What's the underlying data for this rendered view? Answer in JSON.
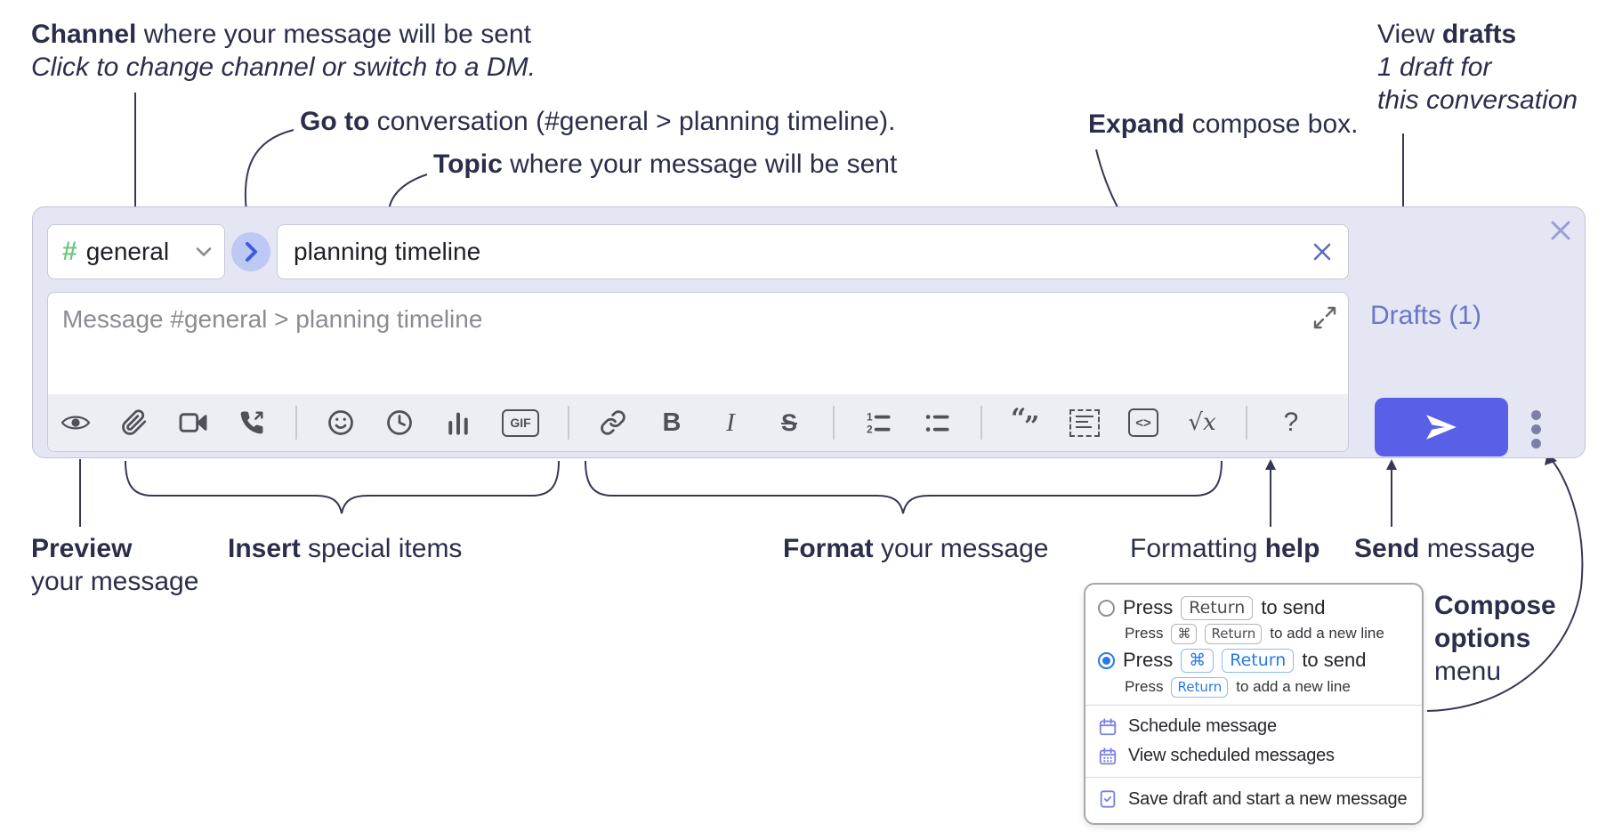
{
  "annotations": {
    "channel_line1_bold": "Channel",
    "channel_line1_rest": " where your message will be sent",
    "channel_line2": "Click to change channel or switch to a DM.",
    "goto_bold": "Go to",
    "goto_rest": " conversation (#general > planning timeline).",
    "topic_bold": "Topic",
    "topic_rest": " where your message will be sent",
    "expand_bold": "Expand",
    "expand_rest": " compose box.",
    "drafts_line1_regular": "View ",
    "drafts_line1_bold": "drafts",
    "drafts_line2": "1 draft for",
    "drafts_line3": "this conversation",
    "preview_bold": "Preview",
    "preview_line2": "your message",
    "insert_bold": "Insert",
    "insert_rest": " special items",
    "format_bold": "Format",
    "format_rest": " your message",
    "help_regular": "Formatting ",
    "help_bold": "help",
    "send_bold": "Send",
    "send_rest": " message",
    "compose_options_line1": "Compose",
    "compose_options_line2": "options",
    "compose_options_line3": "menu"
  },
  "compose": {
    "channel_hash": "#",
    "channel_name": "general",
    "topic_value": "planning timeline",
    "message_placeholder": "Message #general > planning timeline",
    "drafts_link": "Drafts (1)",
    "toolbar": {
      "gif_label": "GIF",
      "bold_glyph": "B",
      "italic_glyph": "I",
      "strike_glyph": "S",
      "ol_num1": "1",
      "ol_num2": "2",
      "quote_open": "“",
      "quote_close": "”",
      "code_glyph": "<>",
      "sqrt_glyph": "√x",
      "help_glyph": "?",
      "icon_names": [
        "preview",
        "attach-file",
        "video-call",
        "voice-call",
        "emoji",
        "time",
        "poll",
        "gif",
        "link",
        "bold",
        "italic",
        "strikethrough",
        "numbered-list",
        "bulleted-list",
        "quote",
        "spoiler",
        "code",
        "math",
        "help"
      ]
    }
  },
  "popup": {
    "press": "Press",
    "to_send": "to send",
    "to_add_line": "to add a new line",
    "return_key": "Return",
    "cmd_key": "⌘",
    "menu_items": [
      "Schedule message",
      "View scheduled messages",
      "Save draft and start a new message"
    ]
  },
  "colors": {
    "accent_send": "#5a5fe8",
    "compose_bg": "#e4e6f4",
    "link_purple": "#6a76c9",
    "hash_green": "#72c584",
    "radio_blue": "#2879e8",
    "annotation_ink": "#2b2e4a"
  }
}
